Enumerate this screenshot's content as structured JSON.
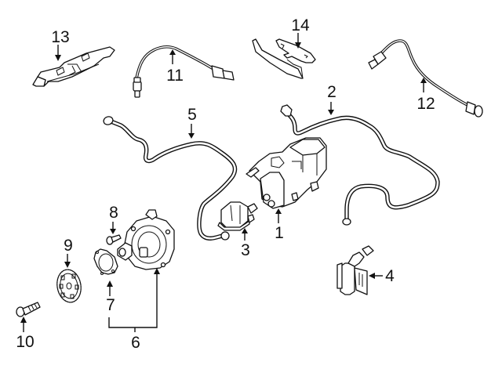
{
  "diagram": {
    "title": "Emission Components - Exploded Parts Diagram",
    "line_color": "#111111",
    "background_color": "#ffffff",
    "callouts": [
      {
        "id": "1",
        "label": "1",
        "part": "evap-canister"
      },
      {
        "id": "2",
        "label": "2",
        "part": "vapor-hose-canister"
      },
      {
        "id": "3",
        "label": "3",
        "part": "purge-valve"
      },
      {
        "id": "4",
        "label": "4",
        "part": "vent-valve"
      },
      {
        "id": "5",
        "label": "5",
        "part": "vapor-hose-purge"
      },
      {
        "id": "6",
        "label": "6",
        "part": "vacuum-pump-assembly"
      },
      {
        "id": "7",
        "label": "7",
        "part": "pump-gasket"
      },
      {
        "id": "8",
        "label": "8",
        "part": "pump-bolt"
      },
      {
        "id": "9",
        "label": "9",
        "part": "drive-sprocket"
      },
      {
        "id": "10",
        "label": "10",
        "part": "sprocket-bolt"
      },
      {
        "id": "11",
        "label": "11",
        "part": "oxygen-sensor-upstream"
      },
      {
        "id": "12",
        "label": "12",
        "part": "oxygen-sensor-downstream"
      },
      {
        "id": "13",
        "label": "13",
        "part": "heat-shield"
      },
      {
        "id": "14",
        "label": "14",
        "part": "sensor-bracket"
      }
    ]
  }
}
